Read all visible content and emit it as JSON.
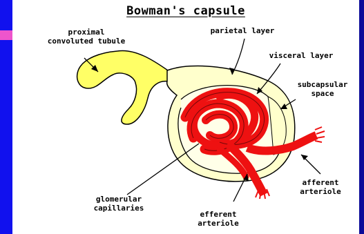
{
  "title": "Bowman's capsule",
  "labels": {
    "proximal_tubule_line1": "proximal",
    "proximal_tubule_line2": "convoluted tubule",
    "parietal_layer": "parietal layer",
    "visceral_layer": "visceral layer",
    "subcapsular_line1": "subcapsular",
    "subcapsular_line2": "space",
    "glomerular_line1": "glomerular",
    "glomerular_line2": "capillaries",
    "efferent_line1": "efferent",
    "efferent_line2": "arteriole",
    "afferent_line1": "afferent",
    "afferent_line2": "arteriole"
  },
  "colors": {
    "background": "#1111ee",
    "panel": "#ffffff",
    "tubule_fill": "#ffff66",
    "capsule_fill": "#ffffcc",
    "capillary_fill": "#ee1111",
    "outline": "#000000"
  }
}
